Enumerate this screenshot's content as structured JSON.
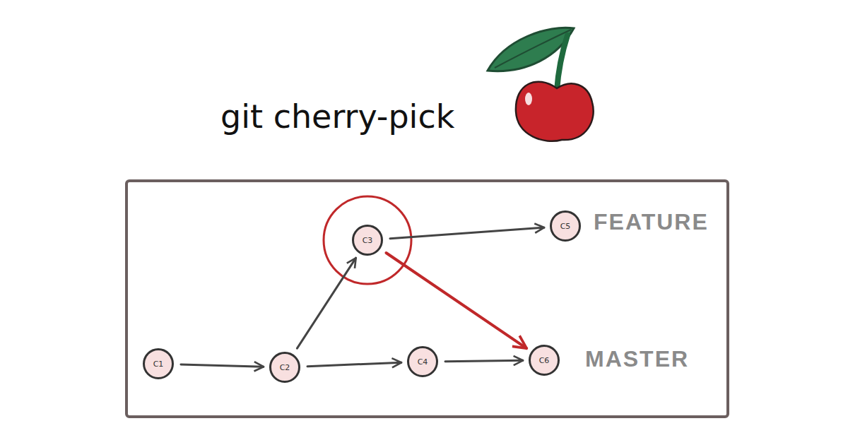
{
  "diagram": {
    "title": "git cherry-pick",
    "nodes": [
      {
        "text": [
          "C1"
        ]
      },
      {
        "text": [
          "C2"
        ]
      },
      {
        "text": [
          "C3"
        ]
      },
      {
        "text": [
          "C4"
        ]
      },
      {
        "text": [
          "C5"
        ]
      },
      {
        "text": [
          "C6"
        ]
      }
    ],
    "edges": [
      {
        "from": 0,
        "to": 1,
        "arrow": "to"
      },
      {
        "from": 1,
        "to": 3,
        "arrow": "to"
      },
      {
        "from": 3,
        "to": 5,
        "arrow": "to"
      },
      {
        "from": 1,
        "to": 2,
        "arrow": "to"
      },
      {
        "from": 2,
        "to": 4,
        "arrow": "to"
      },
      {
        "from": 2,
        "to": 5,
        "arrow": "to"
      }
    ],
    "labels": [
      "FEATURE",
      "MASTER"
    ]
  }
}
